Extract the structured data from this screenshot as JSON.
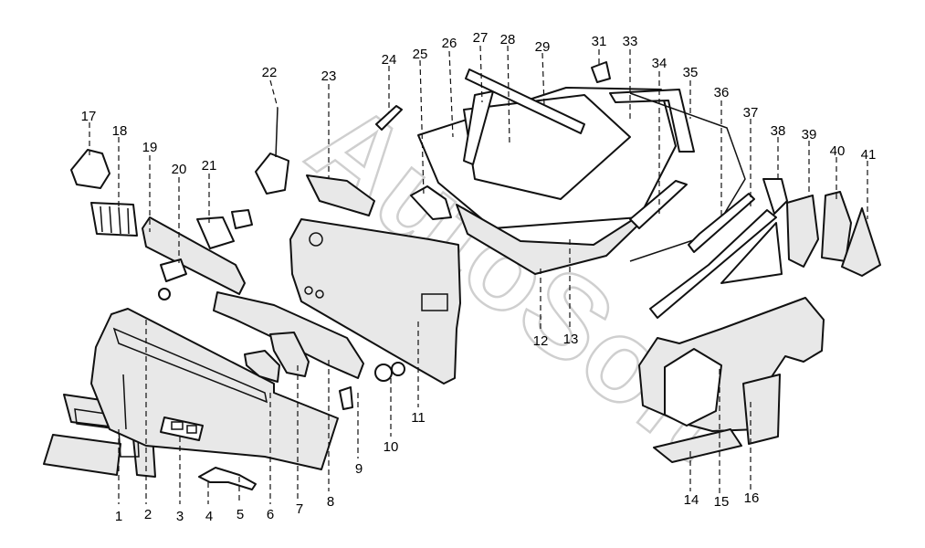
{
  "watermark": "AutoSoft",
  "callouts": [
    "1",
    "2",
    "3",
    "4",
    "5",
    "6",
    "7",
    "8",
    "9",
    "10",
    "11",
    "12",
    "13",
    "14",
    "15",
    "16",
    "17",
    "18",
    "19",
    "20",
    "21",
    "22",
    "23",
    "24",
    "25",
    "26",
    "27",
    "28",
    "29",
    "31",
    "33",
    "34",
    "35",
    "36",
    "37",
    "38",
    "39",
    "40",
    "41"
  ],
  "colors": {
    "line": "#111111",
    "paper": "#ffffff",
    "watermark": "#cfcfcf"
  }
}
